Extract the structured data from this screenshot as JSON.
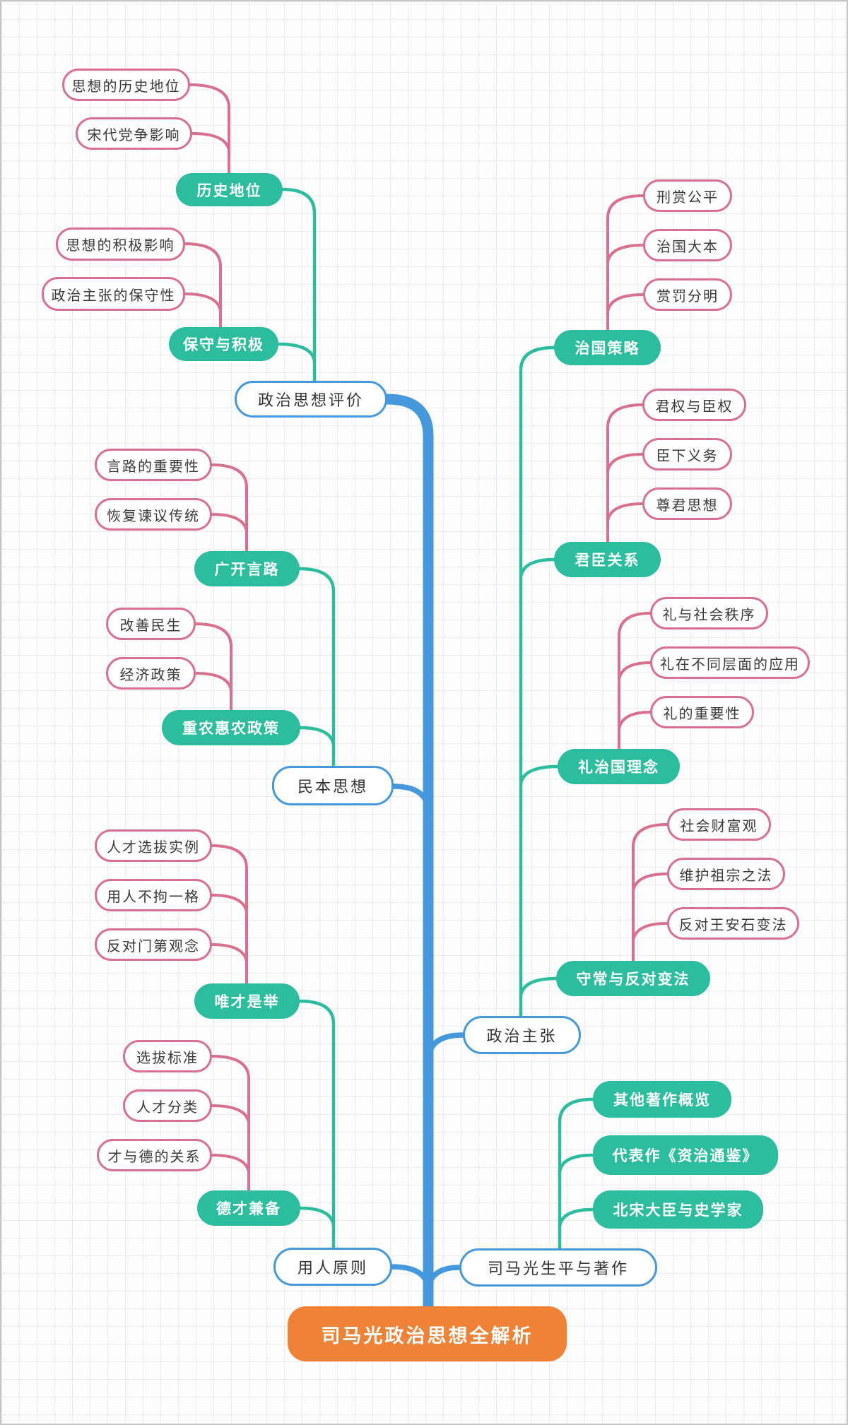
{
  "mindmap": {
    "root": {
      "label": "司马光政治思想全解析"
    },
    "branches": [
      {
        "label": "政治思想评价",
        "children": [
          {
            "label": "历史地位",
            "leaves": [
              "思想的历史地位",
              "宋代党争影响"
            ]
          },
          {
            "label": "保守与积极",
            "leaves": [
              "思想的积极影响",
              "政治主张的保守性"
            ]
          }
        ]
      },
      {
        "label": "民本思想",
        "children": [
          {
            "label": "广开言路",
            "leaves": [
              "言路的重要性",
              "恢复谏议传统"
            ]
          },
          {
            "label": "重农惠农政策",
            "leaves": [
              "改善民生",
              "经济政策"
            ]
          }
        ]
      },
      {
        "label": "用人原则",
        "children": [
          {
            "label": "唯才是举",
            "leaves": [
              "人才选拔实例",
              "用人不拘一格",
              "反对门第观念"
            ]
          },
          {
            "label": "德才兼备",
            "leaves": [
              "选拔标准",
              "人才分类",
              "才与德的关系"
            ]
          }
        ]
      },
      {
        "label": "政治主张",
        "children": [
          {
            "label": "治国策略",
            "leaves": [
              "刑赏公平",
              "治国大本",
              "赏罚分明"
            ]
          },
          {
            "label": "君臣关系",
            "leaves": [
              "君权与臣权",
              "臣下义务",
              "尊君思想"
            ]
          },
          {
            "label": "礼治国理念",
            "leaves": [
              "礼与社会秩序",
              "礼在不同层面的应用",
              "礼的重要性"
            ]
          },
          {
            "label": "守常与反对变法",
            "leaves": [
              "社会财富观",
              "维护祖宗之法",
              "反对王安石变法"
            ]
          }
        ]
      },
      {
        "label": "司马光生平与著作",
        "children": [
          {
            "label": "其他著作概览",
            "leaves": []
          },
          {
            "label": "代表作《资治通鉴》",
            "leaves": []
          },
          {
            "label": "北宋大臣与史学家",
            "leaves": []
          }
        ]
      }
    ],
    "colors": {
      "trunk_blue": "#4598DB",
      "sub_teal": "#2BBD9E",
      "leaf_pink": "#D9708F",
      "root_orange": "#EF8237"
    }
  }
}
